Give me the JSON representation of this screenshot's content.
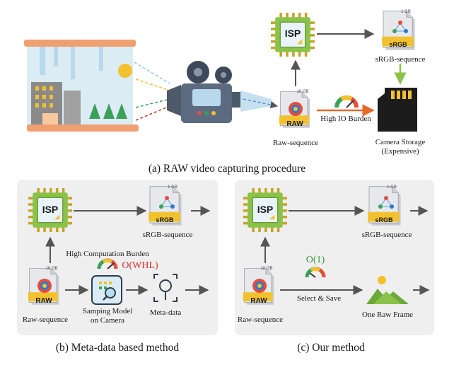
{
  "panel_a": {
    "caption": "(a) RAW video capturing procedure",
    "isp_label": "ISP",
    "srgb_file": {
      "size": "1 GB",
      "badge": "sRGB",
      "caption": "sRGB-sequence"
    },
    "raw_file": {
      "size": "10 GB",
      "badge": "RAW",
      "caption": "Raw-sequence"
    },
    "burden_label": "High IO Burden",
    "storage_caption_line1": "Camera Storage",
    "storage_caption_line2": "(Expensive)"
  },
  "panel_b": {
    "caption": "(b) Meta-data based method",
    "isp_label": "ISP",
    "srgb_file": {
      "size": "1 GB",
      "badge": "sRGB",
      "caption": "sRGB-sequence"
    },
    "raw_file": {
      "size": "10 GB",
      "badge": "RAW",
      "caption": "Raw-sequence"
    },
    "burden_label": "High Computation Burden",
    "complexity": "O(WHL)",
    "model_caption_line1": "Samping Model",
    "model_caption_line2": "on Camera",
    "meta_caption": "Meta-data"
  },
  "panel_c": {
    "caption": "(c) Our method",
    "isp_label": "ISP",
    "srgb_file": {
      "size": "1 GB",
      "badge": "sRGB",
      "caption": "sRGB-sequence"
    },
    "raw_file": {
      "size": "10 GB",
      "badge": "RAW",
      "caption": "Raw-sequence"
    },
    "complexity": "O(1)",
    "select_label": "Select & Save",
    "frame_caption": "One Raw Frame"
  },
  "colors": {
    "panel_bg": "#efefef",
    "arrow": "#555555",
    "green_arrow": "#8bc34a",
    "orange_arrow": "#e8692a",
    "red_text": "#d9302c",
    "green_text": "#3a9a3a",
    "chip_green": "#8bc34a",
    "badge_yellow": "#f2c12e"
  }
}
